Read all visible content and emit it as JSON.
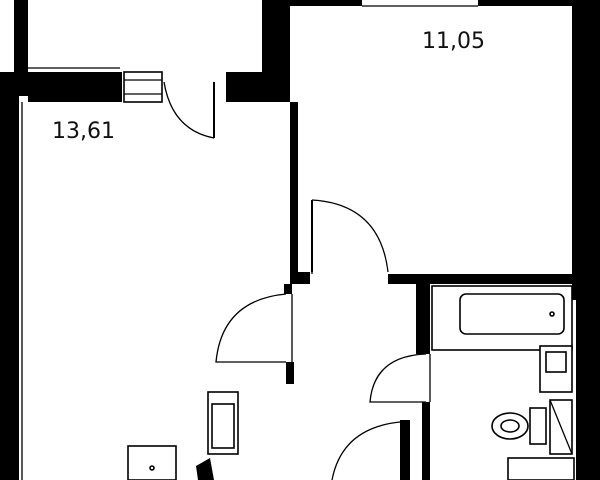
{
  "plan": {
    "rooms": [
      {
        "id": "room-left",
        "area": "13,61"
      },
      {
        "id": "room-right",
        "area": "11,05"
      }
    ],
    "colors": {
      "wall": "#000000",
      "background": "#ffffff",
      "text": "#111111"
    }
  }
}
